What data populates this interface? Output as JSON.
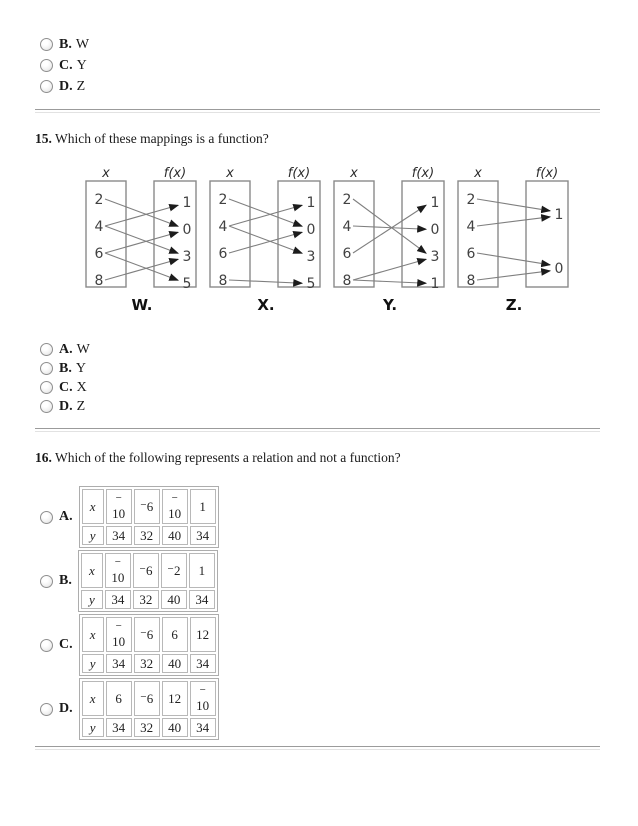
{
  "prev_question": {
    "options": [
      {
        "letter": "B.",
        "value": "W"
      },
      {
        "letter": "C.",
        "value": "Y"
      },
      {
        "letter": "D.",
        "value": "Z"
      }
    ]
  },
  "q15": {
    "number": "15.",
    "text": "Which of these mappings is a function?",
    "col_header_left": "x",
    "col_header_right": "f(x)",
    "diagrams": [
      {
        "name": "W.",
        "left": [
          "2",
          "4",
          "6",
          "8"
        ],
        "right": [
          {
            "v": "1",
            "row": 0.12
          },
          {
            "v": "0",
            "row": 1.12
          },
          {
            "v": "3",
            "row": 2.12
          },
          {
            "v": "5",
            "row": 3.12
          }
        ],
        "arrows": [
          [
            0,
            1
          ],
          [
            1,
            0
          ],
          [
            1,
            2
          ],
          [
            2,
            1
          ],
          [
            2,
            3
          ],
          [
            3,
            2
          ]
        ]
      },
      {
        "name": "X.",
        "left": [
          "2",
          "4",
          "6",
          "8"
        ],
        "right": [
          {
            "v": "1",
            "row": 0.12
          },
          {
            "v": "0",
            "row": 1.12
          },
          {
            "v": "3",
            "row": 2.12
          },
          {
            "v": "5",
            "row": 3.12
          }
        ],
        "arrows": [
          [
            0,
            1
          ],
          [
            1,
            0
          ],
          [
            1,
            2
          ],
          [
            2,
            1
          ],
          [
            3,
            3
          ]
        ]
      },
      {
        "name": "Y.",
        "left": [
          "2",
          "4",
          "6",
          "8"
        ],
        "right": [
          {
            "v": "1",
            "row": 0.12
          },
          {
            "v": "0",
            "row": 1.12
          },
          {
            "v": "3",
            "row": 2.12
          },
          {
            "v": "1",
            "row": 3.12
          }
        ],
        "arrows": [
          [
            0,
            2
          ],
          [
            1,
            1
          ],
          [
            2,
            0
          ],
          [
            3,
            2
          ],
          [
            3,
            3
          ]
        ]
      },
      {
        "name": "Z.",
        "left": [
          "2",
          "4",
          "6",
          "8"
        ],
        "right": [
          {
            "v": "1",
            "row": 0.55
          },
          {
            "v": "0",
            "row": 2.55
          }
        ],
        "arrows": [
          [
            0,
            0
          ],
          [
            1,
            0
          ],
          [
            2,
            1
          ],
          [
            3,
            1
          ]
        ]
      }
    ],
    "options": [
      {
        "letter": "A.",
        "value": "W"
      },
      {
        "letter": "B.",
        "value": "Y"
      },
      {
        "letter": "C.",
        "value": "X"
      },
      {
        "letter": "D.",
        "value": "Z"
      }
    ]
  },
  "q16": {
    "number": "16.",
    "text": "Which of the following represents a relation and not a function?",
    "row_headers": [
      "x",
      "y"
    ],
    "options": [
      {
        "letter": "A.",
        "x": [
          "⁻\n10",
          "⁻6",
          "⁻\n10",
          "1"
        ],
        "y": [
          "34",
          "32",
          "40",
          "34"
        ]
      },
      {
        "letter": "B.",
        "x": [
          "⁻\n10",
          "⁻6",
          "⁻2",
          "1"
        ],
        "y": [
          "34",
          "32",
          "40",
          "34"
        ]
      },
      {
        "letter": "C.",
        "x": [
          "⁻\n10",
          "⁻6",
          "6",
          "12"
        ],
        "y": [
          "34",
          "32",
          "40",
          "34"
        ]
      },
      {
        "letter": "D.",
        "x": [
          "6",
          "⁻6",
          "12",
          "⁻\n10"
        ],
        "y": [
          "34",
          "32",
          "40",
          "34"
        ]
      }
    ]
  },
  "colors": {
    "box_border": "#8a8a8a",
    "arrow_line": "#7f7f7f",
    "arrow_head": "#1c1c1c",
    "diagram_number": "#414141"
  }
}
